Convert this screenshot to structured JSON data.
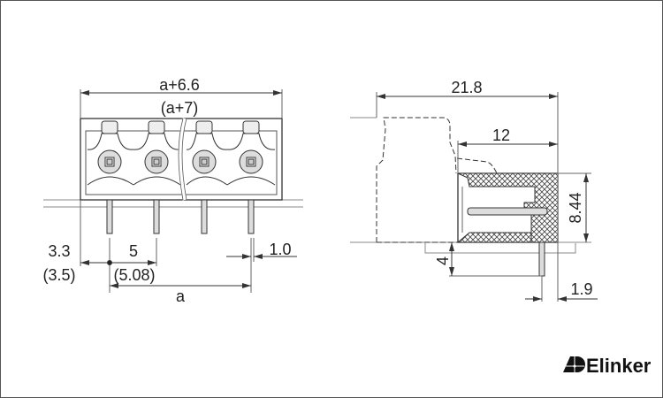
{
  "front_view": {
    "overall_width": "a+6.6",
    "overall_width_alt": "(a+7)",
    "edge_offset": "3.3",
    "edge_offset_alt": "(3.5)",
    "pitch": "5",
    "pitch_alt": "(5.08)",
    "pin_span": "a",
    "pin_width": "1.0"
  },
  "side_view": {
    "overall_depth": "21.8",
    "header_depth": "12",
    "header_height": "8.44",
    "pin_length": "4",
    "pin_offset": "1.9"
  },
  "brand": {
    "name": "Elinker"
  }
}
